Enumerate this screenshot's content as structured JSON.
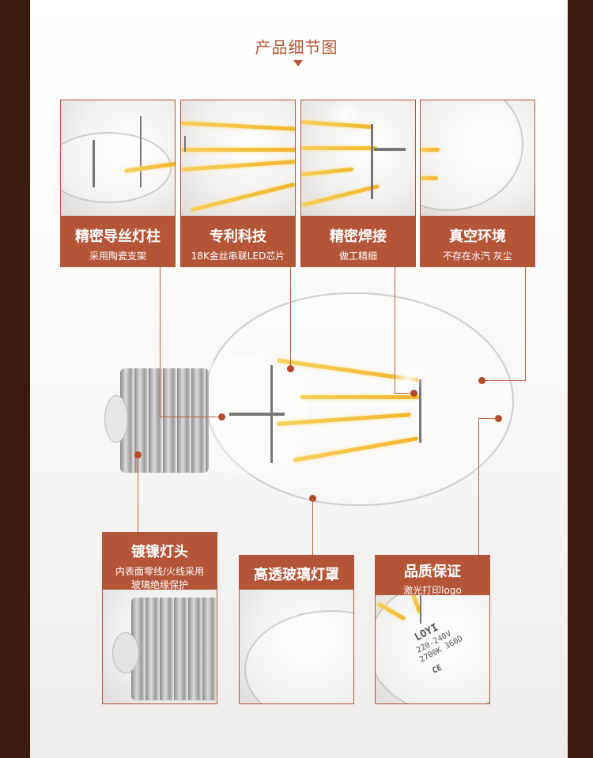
{
  "header": {
    "title": "产品细节图"
  },
  "features": [
    {
      "title": "精密导丝灯柱",
      "subtitle": "采用陶瓷支架"
    },
    {
      "title": "专利科技",
      "subtitle": "18K金丝串联LED芯片"
    },
    {
      "title": "精密焊接",
      "subtitle": "做工精细"
    },
    {
      "title": "真空环境",
      "subtitle": "不存在水汽 灰尘"
    }
  ],
  "details": [
    {
      "title": "镀镍灯头",
      "subtitle_lines": [
        "内表面零线/火线采用",
        "玻璃绝缘保护"
      ]
    },
    {
      "title": "高透玻璃灯罩"
    },
    {
      "title": "品质保证",
      "subtitle": "激光打印logo"
    }
  ],
  "logo_print": {
    "brand": "LOYI",
    "line1": "220-240V",
    "line2": "2700K 360D",
    "mark": "CE"
  },
  "colors": {
    "background": "#3b1c0f",
    "accent": "#b55537",
    "filament": "#f2b62e"
  }
}
